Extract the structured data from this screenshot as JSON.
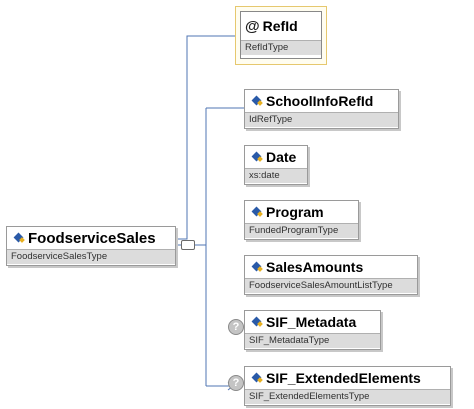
{
  "root": {
    "name": "FoodserviceSales",
    "type": "FoodserviceSalesType"
  },
  "attribute": {
    "symbol": "@",
    "name": "RefId",
    "type": "RefIdType"
  },
  "elements": [
    {
      "name": "SchoolInfoRefId",
      "type": "IdRefType",
      "optional": false
    },
    {
      "name": "Date",
      "type": "xs:date",
      "optional": false
    },
    {
      "name": "Program",
      "type": "FundedProgramType",
      "optional": false
    },
    {
      "name": "SalesAmounts",
      "type": "FoodserviceSalesAmountListType",
      "optional": false
    },
    {
      "name": "SIF_Metadata",
      "type": "SIF_MetadataType",
      "optional": true
    },
    {
      "name": "SIF_ExtendedElements",
      "type": "SIF_ExtendedElementsType",
      "optional": true
    }
  ],
  "optional_badge": "?",
  "colors": {
    "line": "#4f74b3",
    "icon_blue": "#2a5aa8",
    "icon_gold": "#e8b020"
  }
}
